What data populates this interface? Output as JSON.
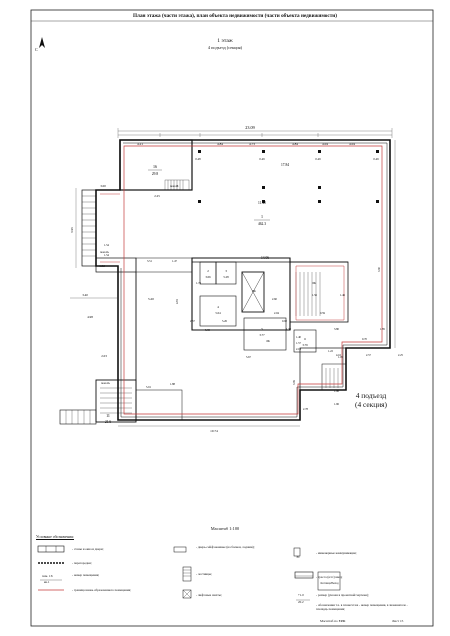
{
  "header": {
    "title": "План этажа (части этажа), план объекта недвижимости (части объекта недвижимости)"
  },
  "floor": {
    "label": "1 этаж",
    "sublabel": "4 подъезд (секция)"
  },
  "entrance": {
    "line1": "4 подъезд",
    "line2": "(4 секция)"
  },
  "scale": "Масштаб 1:100",
  "legend": {
    "title": "Условные обозначения:",
    "items": [
      "- стены и окна и двери;",
      "- перегородки;",
      "- номер помещения;",
      "- граница вновь образованного помещения;",
      "- дверь-сейф/оконные (на балкон, лоджии);",
      "- лестницы;",
      "- лифтовые шахты;",
      "- инженерные коммуникации;",
      "- трасса (в/эт) ввод;",
      "- размер (указан в проектной/чертеже);",
      "- обозначения т.х. в плане/этаж - номер помещения, в знаменателе - площадь помещения;"
    ],
    "symbol_labels": {
      "room_number": "пом. 1Х",
      "room_area": "кв.1",
      "floor_mark": "Эт.",
      "fraction_top": "+1.0",
      "fraction_bottom": "20.2",
      "stair_box": "Лестница/Выход"
    }
  },
  "plan": {
    "overall_width": "23.09",
    "dims_top": [
      "4.21",
      "4.84",
      "4.73",
      "4.84",
      "4.04",
      "4.04"
    ],
    "central_dims": [
      "17.84",
      "11.40",
      "14.06"
    ],
    "col_marks": [
      "0.48",
      "0.49",
      "0.49",
      "0.49"
    ],
    "room_labels": [
      {
        "num": "16",
        "area": "29.8"
      },
      {
        "num": "1",
        "area": "462.3"
      },
      {
        "num": "2",
        "area": "3.06"
      },
      {
        "num": "3",
        "area": "5.28"
      },
      {
        "num": "4",
        "area": "5.04"
      },
      {
        "num": "5",
        "area": "3.77"
      },
      {
        "num": "6",
        "area": "3.79"
      },
      {
        "num": "11",
        "area": "21.6"
      }
    ],
    "side_dims_left": [
      "3.00",
      "6.96",
      "3.40",
      "2.25",
      "4.98",
      "2.03",
      "1.92"
    ],
    "small_dims": [
      "1.54",
      "1.54",
      "1.73",
      "5.20",
      "3.51",
      "1.47",
      "2.57",
      "5.26",
      "5.98",
      "4.81",
      "2.60",
      "1.56",
      "2.04",
      "0.92",
      "1.39",
      "1.40",
      "1.57",
      "2.19",
      "5.67",
      "3.99",
      "5.91",
      "1.88",
      "10.74",
      "1.96",
      "1.96",
      "2.78",
      "1.22",
      "1.05",
      "4.16",
      "3.80",
      "0.70",
      "3.90",
      "1.46",
      "2.25",
      "0.59",
      "2.57",
      "1.85"
    ],
    "tags": [
      "пом.4А",
      "пом.4А",
      "пом.4Б",
      "ЛК",
      "ЛК",
      "ЛК"
    ]
  },
  "stamps": {
    "bottom_center": "Масштаб по ЕРЖ",
    "bottom_right": "Лист 15"
  }
}
